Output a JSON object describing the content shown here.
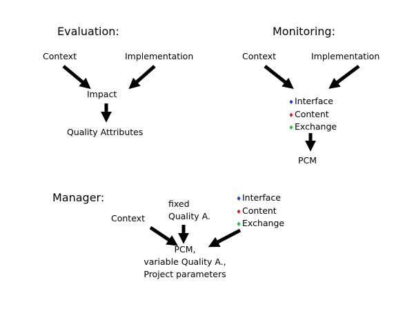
{
  "evaluation": {
    "heading": "Evaluation:",
    "context": "Context",
    "implementation": "Implementation",
    "impact": "Impact",
    "quality_attributes": "Quality Attributes"
  },
  "monitoring": {
    "heading": "Monitoring:",
    "context": "Context",
    "implementation": "Implementation",
    "legend": [
      {
        "label": "Interface",
        "color": "#1a3bd1",
        "icon": "diamond"
      },
      {
        "label": "Content",
        "color": "#d42020",
        "icon": "diamond"
      },
      {
        "label": "Exchange",
        "color": "#29b84a",
        "icon": "diamond"
      }
    ],
    "pcm": "PCM"
  },
  "manager": {
    "heading": "Manager:",
    "context": "Context",
    "fixed_line1": "fixed",
    "fixed_line2": "Quality A.",
    "legend": [
      {
        "label": "Interface",
        "color": "#1a3bd1",
        "icon": "diamond"
      },
      {
        "label": "Content",
        "color": "#d42020",
        "icon": "diamond"
      },
      {
        "label": "Exchange",
        "color": "#29b84a",
        "icon": "diamond"
      }
    ],
    "result_line1": "PCM,",
    "result_line2": "variable Quality A.,",
    "result_line3": "Project parameters"
  }
}
